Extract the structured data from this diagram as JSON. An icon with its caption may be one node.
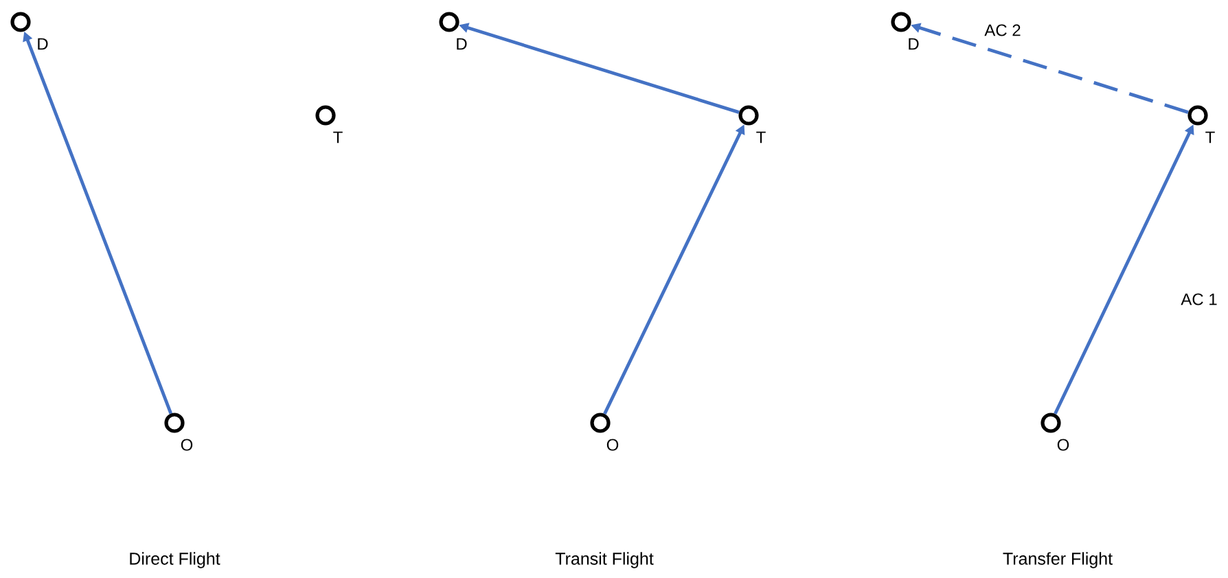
{
  "diagram": {
    "nodes": [
      {
        "text": [],
        "shape": "circle",
        "beside": [
          "D"
        ]
      },
      {
        "text": [],
        "shape": "circle",
        "beside": [
          "T"
        ]
      },
      {
        "text": [],
        "shape": "circle",
        "beside": [
          "O"
        ]
      },
      {
        "text": [],
        "shape": "circle",
        "beside": [
          "D"
        ]
      },
      {
        "text": [],
        "shape": "circle",
        "beside": [
          "T"
        ]
      },
      {
        "text": [],
        "shape": "circle",
        "beside": [
          "O"
        ]
      },
      {
        "text": [],
        "shape": "circle",
        "beside": [
          "D"
        ]
      },
      {
        "text": [],
        "shape": "circle",
        "beside": [
          "T"
        ]
      },
      {
        "text": [],
        "shape": "circle",
        "beside": [
          "O"
        ]
      }
    ],
    "edges": [
      {
        "from": 2,
        "to": 0,
        "arrow": "to"
      },
      {
        "from": 5,
        "to": 4,
        "arrow": "to"
      },
      {
        "from": 4,
        "to": 3,
        "arrow": "to"
      },
      {
        "from": 8,
        "to": 7,
        "arrow": "to",
        "label": "AC 1"
      },
      {
        "from": 7,
        "to": 6,
        "arrow": "to",
        "label": "AC 2",
        "style": "dashed"
      }
    ],
    "labels": [
      "Direct Flight",
      "Transit Flight",
      "Transfer Flight"
    ]
  }
}
